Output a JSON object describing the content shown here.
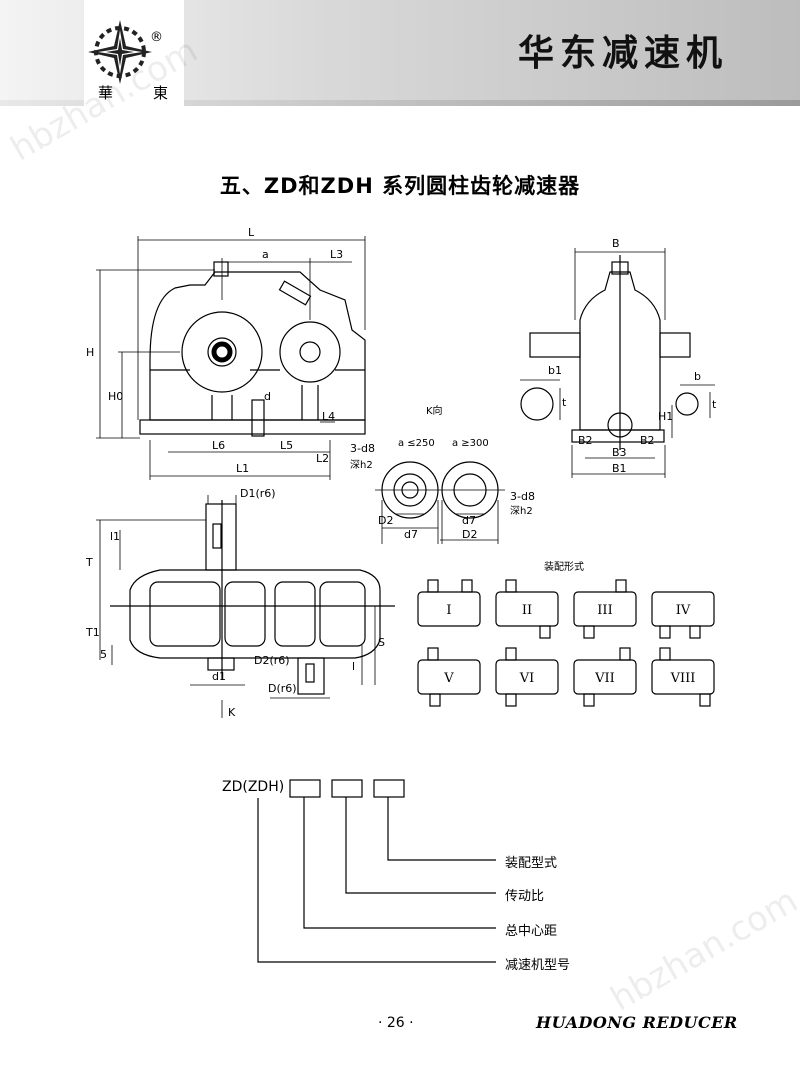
{
  "header": {
    "brand_title": "华东减速机",
    "logo_left_char": "華",
    "logo_right_char": "東",
    "registered_mark": "®"
  },
  "page_title": "五、ZD和ZDH 系列圆柱齿轮减速器",
  "drawing": {
    "front_view": [
      "L",
      "a",
      "L3",
      "H",
      "H0",
      "d",
      "L4",
      "L6",
      "L5",
      "L2",
      "L1"
    ],
    "side_view": [
      "B",
      "b1",
      "t",
      "b",
      "t",
      "H1",
      "B2",
      "B2",
      "B3",
      "B1"
    ],
    "k_view": {
      "title": "K向",
      "a_le": "a ≤250",
      "a_ge": "a ≥300",
      "holes_left": "3-d8",
      "depth_left": "深h2",
      "holes_right": "3-d8",
      "depth_right": "深h2",
      "dims": [
        "D2",
        "d7",
        "d7",
        "D2"
      ]
    },
    "plan_view": [
      "D1(r6)",
      "l1",
      "T",
      "T1",
      "5",
      "D2(r6)",
      "d1",
      "D(r6)",
      "l",
      "S",
      "K"
    ],
    "assembly_title": "装配形式",
    "assembly_types": [
      "I",
      "II",
      "III",
      "IV",
      "V",
      "VI",
      "VII",
      "VIII"
    ]
  },
  "model_code": {
    "base": "ZD(ZDH)",
    "legend": [
      "装配型式",
      "传动比",
      "总中心距",
      "减速机型号"
    ]
  },
  "footer": {
    "page_number": "· 26 ·",
    "brand": "HUADONG REDUCER"
  },
  "watermark": "hbzhan.com"
}
